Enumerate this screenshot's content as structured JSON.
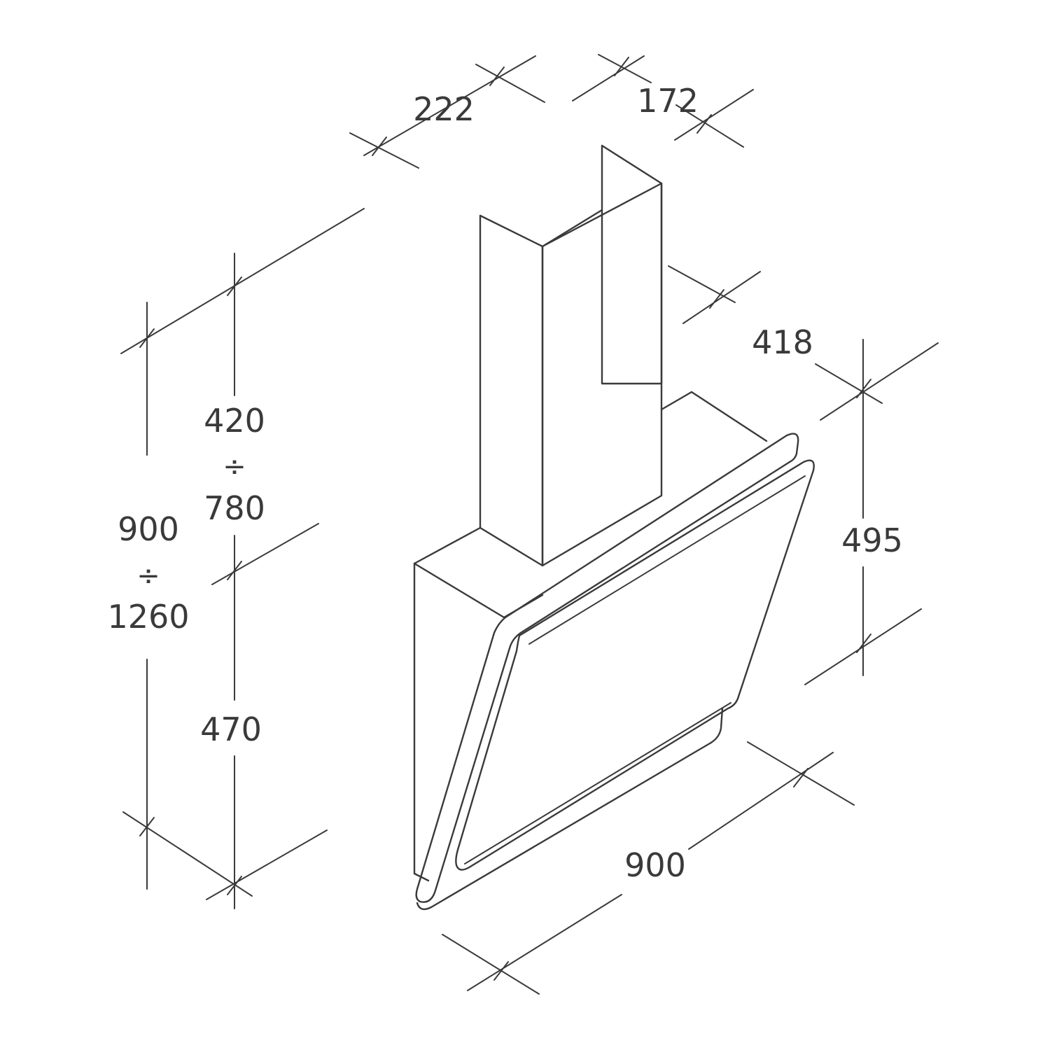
{
  "diagram": {
    "dimensions": {
      "duct_width": "222",
      "duct_depth": "172",
      "hood_depth": "418",
      "panel_height": "495",
      "hood_width": "900",
      "upper_range_min": "420",
      "upper_range_max": "780",
      "total_range_min": "900",
      "total_range_max": "1260",
      "lower_height": "470",
      "range_symbol": "÷"
    }
  }
}
